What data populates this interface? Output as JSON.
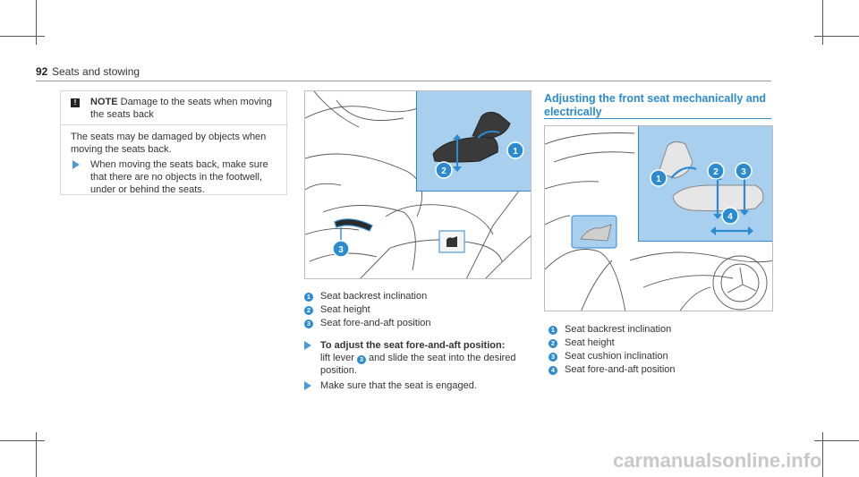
{
  "header": {
    "page_number": "92",
    "section_title": "Seats and stowing"
  },
  "note": {
    "icon_glyph": "!",
    "title_label": "NOTE",
    "title_text": "Damage to the seats when moving the seats back",
    "body": "The seats may be damaged by objects when moving the seats back.",
    "action": "When moving the seats back, make sure that there are no objects in the footwell, under or behind the seats."
  },
  "figure_left": {
    "callouts": [
      "1",
      "2",
      "3"
    ],
    "legend": [
      {
        "num": "1",
        "text": "Seat backrest inclination"
      },
      {
        "num": "2",
        "text": "Seat height"
      },
      {
        "num": "3",
        "text": "Seat fore-and-aft position"
      }
    ]
  },
  "steps": {
    "step1_bold": "To adjust the seat fore-and-aft position:",
    "step1_pre": "lift lever",
    "step1_num": "3",
    "step1_post": "and slide the seat into the desired position.",
    "step2": "Make sure that the seat is engaged."
  },
  "right_section": {
    "heading": "Adjusting the front seat mechanically and electrically",
    "callouts": [
      "1",
      "2",
      "3",
      "4"
    ],
    "legend": [
      {
        "num": "1",
        "text": "Seat backrest inclination"
      },
      {
        "num": "2",
        "text": "Seat height"
      },
      {
        "num": "3",
        "text": "Seat cushion inclination"
      },
      {
        "num": "4",
        "text": "Seat fore-and-aft position"
      }
    ]
  },
  "watermark": "carmanualsonline.info",
  "colors": {
    "accent": "#2b8ad0",
    "inset_bg": "#a9cfee"
  }
}
